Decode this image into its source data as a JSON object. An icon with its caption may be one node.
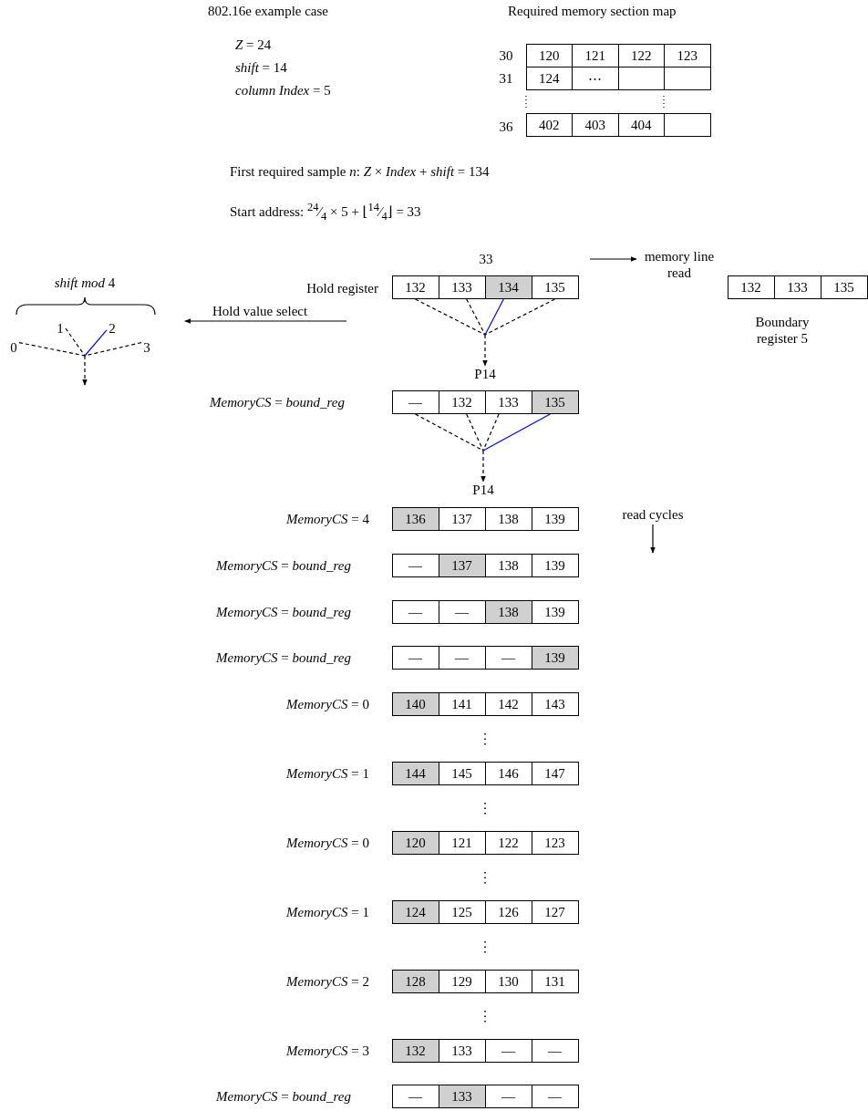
{
  "diagram": {
    "nodes": [
      {
        "text": [
          "120"
        ]
      },
      {
        "text": [
          "121"
        ]
      },
      {
        "text": [
          "122"
        ]
      },
      {
        "text": [
          "123"
        ]
      },
      {
        "text": [
          "124"
        ]
      },
      {
        "text": [
          "⋯"
        ]
      },
      {
        "text": [],
        "shape": "box"
      },
      {
        "text": [],
        "shape": "box"
      },
      {
        "text": [
          "402"
        ]
      },
      {
        "text": [
          "403"
        ]
      },
      {
        "text": [
          "404"
        ]
      },
      {
        "text": [],
        "shape": "box"
      },
      {
        "text": [
          "memory line read"
        ]
      },
      {
        "text": [
          "0"
        ]
      },
      {
        "text": [
          "1"
        ]
      },
      {
        "text": [
          "2"
        ]
      },
      {
        "text": [
          "3"
        ]
      },
      {
        "text": [
          "132"
        ]
      },
      {
        "text": [
          "133"
        ]
      },
      {
        "text": [
          "134"
        ]
      },
      {
        "text": [
          "135"
        ]
      },
      {
        "text": [
          "132"
        ]
      },
      {
        "text": [
          "133"
        ]
      },
      {
        "text": [
          "135"
        ]
      },
      {
        "text": [
          "P14"
        ]
      },
      {
        "text": [
          "—"
        ]
      },
      {
        "text": [
          "132"
        ]
      },
      {
        "text": [
          "133"
        ]
      },
      {
        "text": [
          "135"
        ]
      },
      {
        "text": [
          "P14"
        ]
      },
      {
        "text": [
          "136"
        ]
      },
      {
        "text": [
          "137"
        ]
      },
      {
        "text": [
          "138"
        ]
      },
      {
        "text": [
          "139"
        ]
      },
      {
        "text": [
          "—"
        ]
      },
      {
        "text": [
          "137"
        ]
      },
      {
        "text": [
          "138"
        ]
      },
      {
        "text": [
          "139"
        ]
      },
      {
        "text": [
          "—"
        ]
      },
      {
        "text": [
          "—"
        ]
      },
      {
        "text": [
          "138"
        ]
      },
      {
        "text": [
          "139"
        ]
      },
      {
        "text": [
          "—"
        ]
      },
      {
        "text": [
          "—"
        ]
      },
      {
        "text": [
          "—"
        ]
      },
      {
        "text": [
          "139"
        ]
      },
      {
        "text": [
          "140"
        ]
      },
      {
        "text": [
          "141"
        ]
      },
      {
        "text": [
          "142"
        ]
      },
      {
        "text": [
          "143"
        ]
      },
      {
        "text": [
          "144"
        ]
      },
      {
        "text": [
          "145"
        ]
      },
      {
        "text": [
          "146"
        ]
      },
      {
        "text": [
          "147"
        ]
      },
      {
        "text": [
          "120"
        ]
      },
      {
        "text": [
          "121"
        ]
      },
      {
        "text": [
          "122"
        ]
      },
      {
        "text": [
          "123"
        ]
      },
      {
        "text": [
          "124"
        ]
      },
      {
        "text": [
          "125"
        ]
      },
      {
        "text": [
          "126"
        ]
      },
      {
        "text": [
          "127"
        ]
      },
      {
        "text": [
          "128"
        ]
      },
      {
        "text": [
          "129"
        ]
      },
      {
        "text": [
          "130"
        ]
      },
      {
        "text": [
          "131"
        ]
      },
      {
        "text": [
          "132"
        ]
      },
      {
        "text": [
          "133"
        ]
      },
      {
        "text": [
          "—"
        ]
      },
      {
        "text": [
          "—"
        ]
      },
      {
        "text": [
          "—"
        ]
      },
      {
        "text": [
          "133"
        ]
      },
      {
        "text": [
          "—"
        ]
      },
      {
        "text": [
          "—"
        ]
      }
    ],
    "edges": [
      {
        "from": null,
        "to": 12,
        "arrow": "to"
      },
      {
        "from": 13,
        "to": null,
        "arrow": "to",
        "style": "dashed"
      },
      {
        "from": 14,
        "to": null,
        "arrow": "to",
        "style": "dashed"
      },
      {
        "from": 15,
        "to": null,
        "arrow": "to",
        "color": "#0000ff"
      },
      {
        "from": 16,
        "to": null,
        "arrow": "to",
        "style": "dashed"
      },
      {
        "from": 17,
        "to": 24,
        "arrow": "to",
        "style": "dashed"
      },
      {
        "from": 18,
        "to": 24,
        "arrow": "to",
        "style": "dashed"
      },
      {
        "from": 19,
        "to": 24,
        "arrow": "to",
        "color": "#0000ff"
      },
      {
        "from": 20,
        "to": 24,
        "arrow": "to",
        "style": "dashed"
      },
      {
        "from": 25,
        "to": 29,
        "arrow": "to",
        "style": "dashed"
      },
      {
        "from": 26,
        "to": 29,
        "arrow": "to",
        "style": "dashed"
      },
      {
        "from": 27,
        "to": 29,
        "arrow": "to",
        "style": "dashed"
      },
      {
        "from": 28,
        "to": 29,
        "arrow": "to",
        "color": "#0000ff"
      }
    ],
    "labels": [
      "802.16e example case",
      "Required memory section map",
      "*Z* = 24",
      "*shift* = 14",
      "*column Index* = 5",
      "30",
      "31",
      "36",
      "First required sample *n*: *Z* × *Index* + *shift* = 134",
      "Start address: $^{24}$⁄$_{4}$ × 5 + ⌊$^{14}$⁄$_{4}$⌋ = 33",
      "33",
      "*shift mod* 4",
      "Hold register",
      "Hold value select",
      "Boundary register 5",
      "*MemoryCS* = *bound_reg*",
      "*MemoryCS* = 4",
      "read cycles",
      "*MemoryCS* = *bound_reg*",
      "*MemoryCS* = *bound_reg*",
      "*MemoryCS* = *bound_reg*",
      "*MemoryCS* = 0",
      "*MemoryCS* = 1",
      "*MemoryCS* = 0",
      "*MemoryCS* = 1",
      "*MemoryCS* = 2",
      "*MemoryCS* = 3",
      "*MemoryCS* = *bound_reg*"
    ]
  }
}
